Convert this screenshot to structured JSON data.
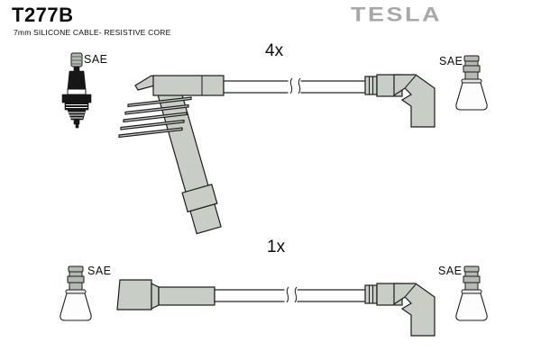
{
  "header": {
    "part_number": "T277B",
    "spec": "7mm SILICONE CABLE- RESISTIVE CORE",
    "brand": "TESLA"
  },
  "kit": {
    "top_assembly": {
      "quantity": "4x",
      "left_terminal": "SAE",
      "right_terminal": "SAE",
      "description": "angled spark-plug boot cable with 90-degree elbow end"
    },
    "bottom_assembly": {
      "quantity": "1x",
      "left_terminal": "SAE",
      "right_terminal": "SAE",
      "description": "straight boot cable with 90-degree elbow end"
    }
  },
  "colors": {
    "boot": "#c8cdc6",
    "cable": "#ffffff",
    "outline": "#1c1c1c",
    "brand": "#a6a9a6",
    "plug_gray": "#b4b9b3",
    "ink": "#0d0d0d"
  }
}
